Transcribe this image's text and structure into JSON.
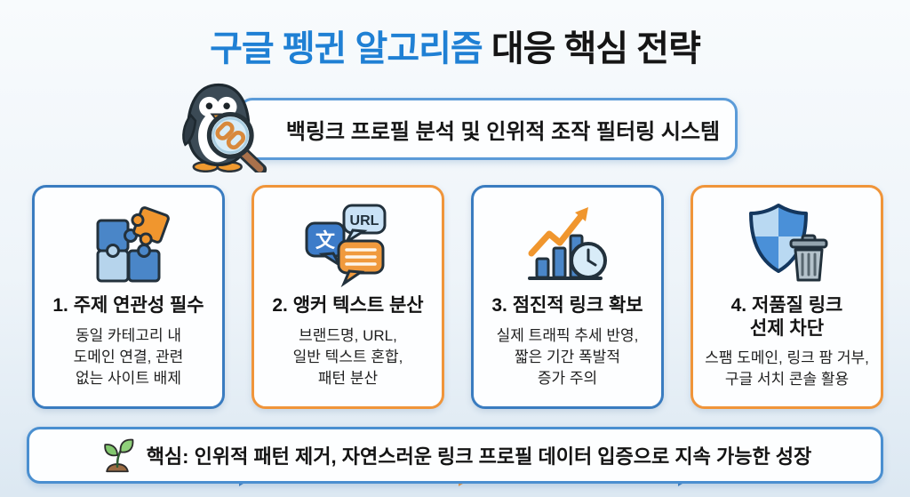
{
  "title": {
    "highlight": "구글 펭귄 알고리즘",
    "rest": " 대응 핵심 전략",
    "highlight_color": "#1f80d4",
    "text_color": "#151515"
  },
  "hero": {
    "text": "백링크 프로필 분석 및 인위적 조작 필터링 시스템",
    "icon": "penguin-magnifier-icon",
    "border_color": "#5b9bd8"
  },
  "steps": [
    {
      "title": "1. 주제 연관성 필수",
      "body": "동일 카테고리 내\n도메인 연결, 관련\n없는 사이트 배제",
      "icon": "puzzle-pieces-icon",
      "accent": "#3a7cc0"
    },
    {
      "title": "2. 앵커 텍스트 분산",
      "body": "브랜드명, URL,\n일반 텍스트 혼합,\n패턴 분산",
      "icon": "chat-bubbles-icon",
      "accent": "#f0953a",
      "icon_labels": {
        "url": "URL",
        "text": "文"
      }
    },
    {
      "title": "3. 점진적 링크 확보",
      "body": "실제 트래픽 추세 반영,\n짧은 기간 폭발적\n증가 주의",
      "icon": "growth-chart-clock-icon",
      "accent": "#3a7cc0"
    },
    {
      "title": "4. 저품질 링크\n선제 차단",
      "body": "스팸 도메인, 링크 팜 거부,\n구글 서치 콘솔 활용",
      "icon": "shield-trash-icon",
      "accent": "#f0953a"
    }
  ],
  "flow_arrows": [
    {
      "direction": "right",
      "color": "#3a7cc0"
    },
    {
      "direction": "right",
      "color": "#f0953a"
    },
    {
      "direction": "right",
      "color": "#3a7cc0"
    }
  ],
  "footer": {
    "text": "핵심: 인위적 패턴 제거, 자연스러운 링크 프로필 데이터 입증으로 지속 가능한 성장",
    "icon": "sprout-icon",
    "border_color": "#4a8fd0"
  }
}
